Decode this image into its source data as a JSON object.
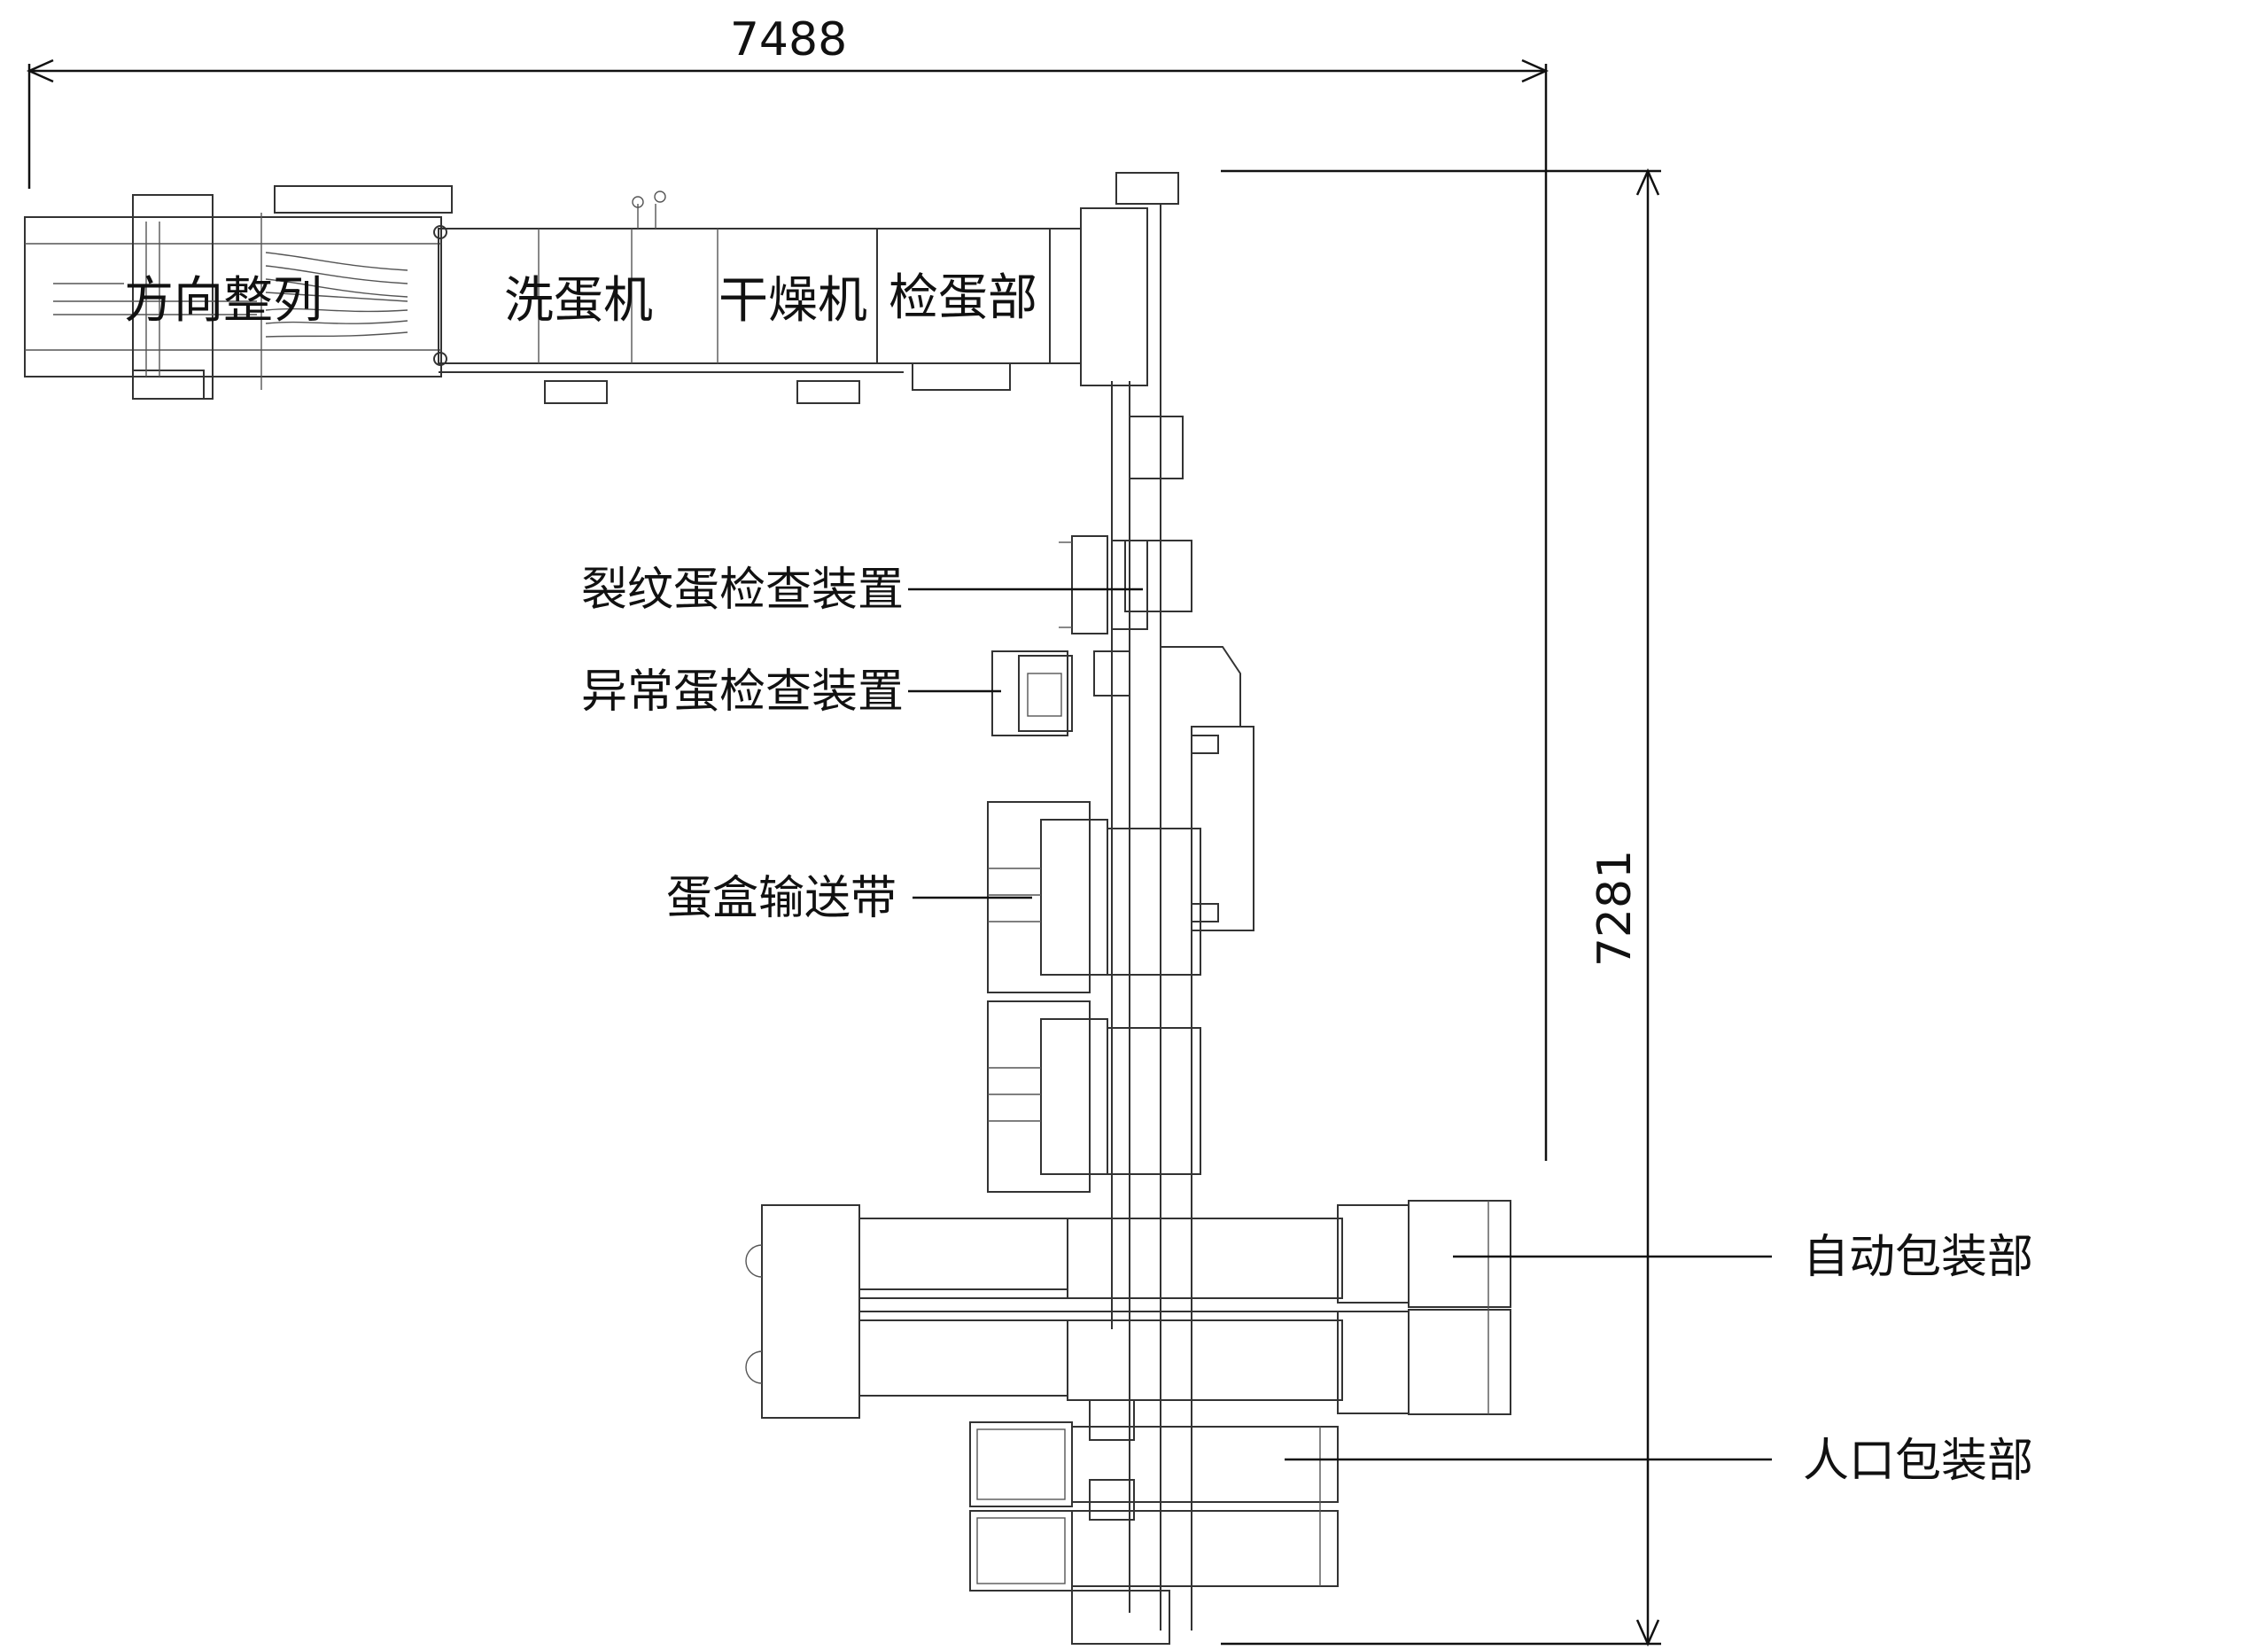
{
  "dimensions": {
    "width_label": "7488",
    "height_label": "7281"
  },
  "top_line": {
    "direction_alignment": "方向整列",
    "egg_washer": "洗蛋机",
    "dryer": "干燥机",
    "egg_inspection": "检蛋部"
  },
  "callouts": {
    "crack_detector": "裂纹蛋检查装置",
    "abnormal_detector": "异常蛋检查装置",
    "carton_conveyor": "蛋盒输送带",
    "auto_packing": "自动包装部",
    "manual_packing": "人口包装部"
  },
  "colors": {
    "line": "#333333",
    "text": "#111111",
    "background": "#ffffff"
  }
}
